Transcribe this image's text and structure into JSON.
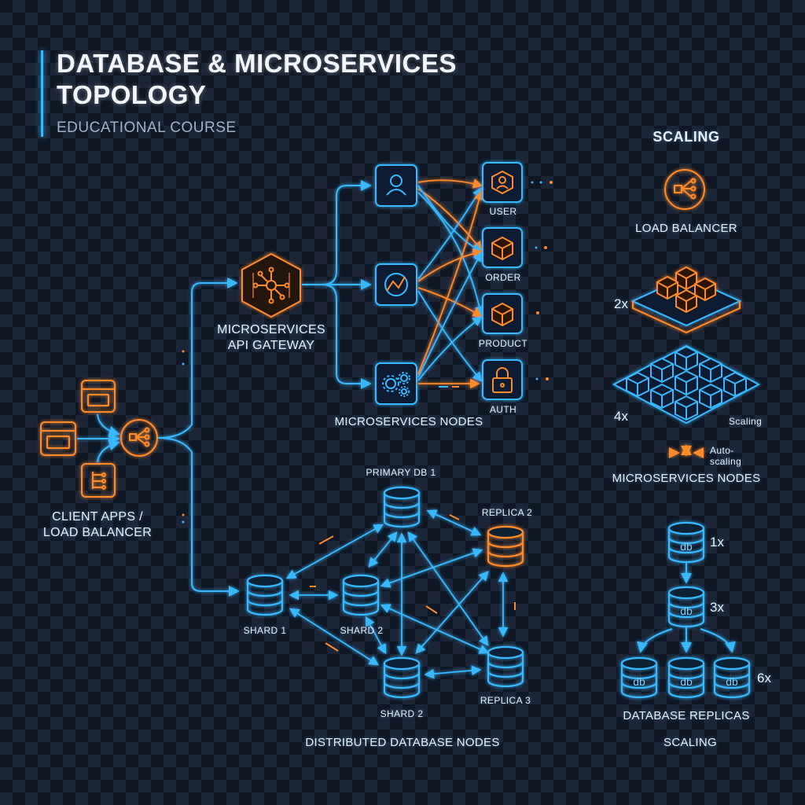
{
  "header": {
    "title_line1": "DATABASE & MICROSERVICES",
    "title_line2": "TOPOLOGY",
    "subtitle": "EDUCATIONAL COURSE"
  },
  "colors": {
    "cyan": "#39b8ff",
    "orange": "#ff8a2a",
    "background": "#0f1724"
  },
  "client": {
    "label_line1": "CLIENT APPS /",
    "label_line2": "LOAD BALANCER"
  },
  "gateway": {
    "label_line1": "MICROSERVICES",
    "label_line2": "API GATEWAY"
  },
  "microservices": {
    "nodes_label": "MICROSERVICES NODES",
    "services": [
      "USER",
      "ORDER",
      "PRODUCT",
      "AUTH"
    ]
  },
  "database": {
    "section_label": "DISTRIBUTED DATABASE NODES",
    "primary": "PRIMARY DB 1",
    "shard_1": "SHARD 1",
    "shard_2a": "SHARD 2",
    "shard_2b": "SHARD 2",
    "replica_2": "REPLICA 2",
    "replica_3": "REPLICA 3"
  },
  "scaling": {
    "heading": "SCALING",
    "load_balancer": "LOAD BALANCER",
    "mult_2x": "2x",
    "mult_4x": "4x",
    "scaling_note": "Scaling",
    "autoscaling_line1": "Auto-",
    "autoscaling_line2": "scaling",
    "nodes_label": "MICROSERVICES NODES",
    "db_label": "db",
    "mult_1x": "1x",
    "mult_3x": "3x",
    "mult_6x": "6x",
    "replicas_label": "DATABASE REPLICAS",
    "footer": "SCALING"
  }
}
